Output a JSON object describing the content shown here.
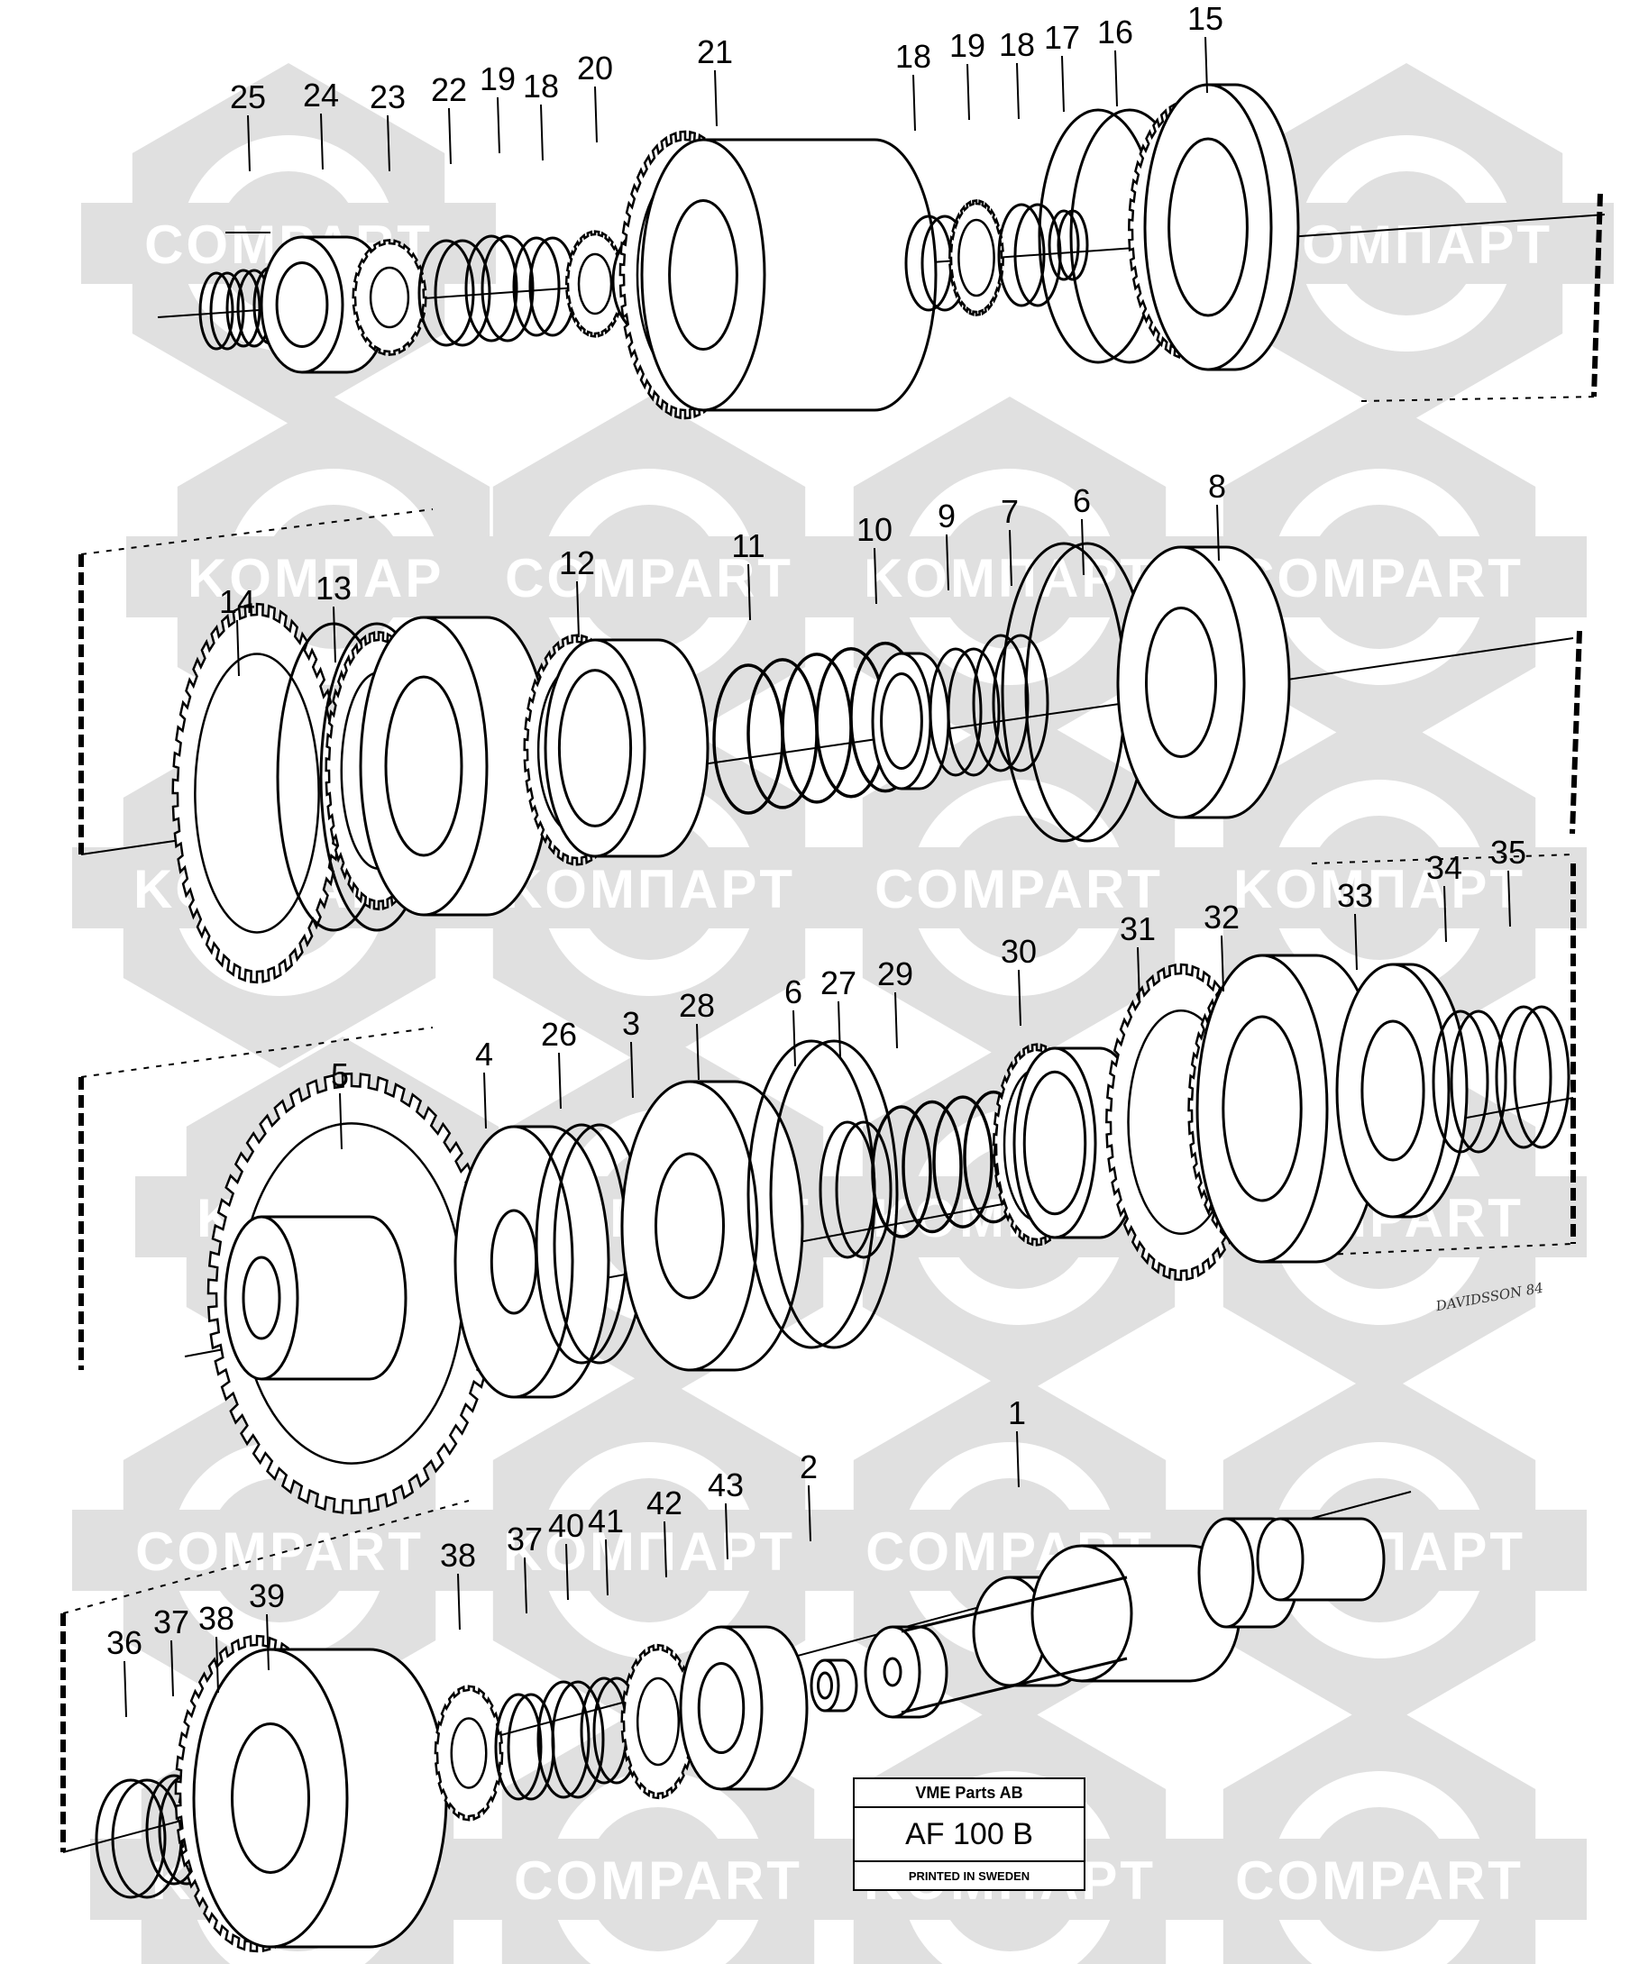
{
  "watermark": {
    "text_latin": "COMPART",
    "text_cyrillic": "KOMПAPT",
    "color": "#e0e0e0"
  },
  "plate": {
    "company": "VME Parts AB",
    "code": "AF 100 B",
    "printed": "PRINTED IN SWEDEN"
  },
  "signature": "DAVIDSSON 84",
  "callouts": {
    "row1": [
      "25",
      "24",
      "23",
      "22",
      "19",
      "18",
      "20",
      "21",
      "18",
      "19",
      "18",
      "17",
      "16",
      "15"
    ],
    "row2": [
      "14",
      "13",
      "12",
      "11",
      "10",
      "9",
      "7",
      "6",
      "8"
    ],
    "row3": [
      "5",
      "4",
      "26",
      "3",
      "28",
      "6",
      "27",
      "29",
      "30",
      "31",
      "32",
      "33",
      "34",
      "35"
    ],
    "row4": [
      "36",
      "37",
      "38",
      "39",
      "38",
      "37",
      "40",
      "41",
      "42",
      "43",
      "2",
      "1"
    ]
  }
}
